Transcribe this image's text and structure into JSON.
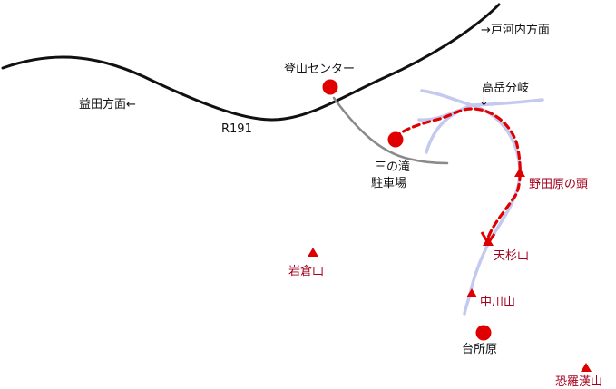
{
  "colors": {
    "road": "#111111",
    "access_road": "#8a8a8a",
    "trail": "#c4c9f0",
    "route": "#e00000",
    "place_marker": "#e00000",
    "peak_marker": "#dd0000",
    "place_label": "#111111",
    "peak_label": "#a3001b"
  },
  "labels": {
    "direction_east": "→戸河内方面",
    "direction_west": "益田方面←",
    "road_number": "R191",
    "takadake_fork": "高岳分岐",
    "fork_arrow": "↓"
  },
  "places": {
    "tozan_center": "登山センター",
    "sannotaki_line1": "三の滝",
    "sannotaki_line2": "駐車場",
    "daidokorobara": "台所原"
  },
  "peaks": {
    "noharabara_no_atama": "野田原の頭",
    "amasugiyama": "天杉山",
    "nakagawayama": "中川山",
    "iwakurayama": "岩倉山",
    "osorakanzan": "恐羅漢山"
  },
  "icons": {
    "place_marker": "red-circle-icon",
    "peak_marker": "red-triangle-icon"
  }
}
